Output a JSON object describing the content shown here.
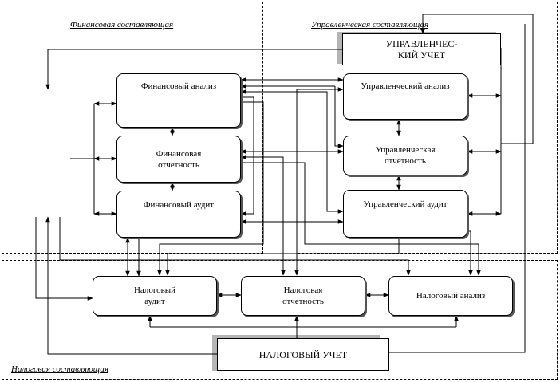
{
  "regions": {
    "financial": "Финансовая составляющая",
    "management": "Управленческая составляющая",
    "tax": "Налоговая составляющая"
  },
  "ledgers": {
    "management_accounting": "УПРАВЛЕНЧЕС-\nКИЙ УЧЕТ",
    "tax_accounting": "НАЛОГОВЫЙ УЧЕТ"
  },
  "financial_blocks": {
    "analysis": "Финансовый анализ",
    "reporting": "Финансовая\nотчетность",
    "audit": "Финансовый аудит"
  },
  "management_blocks": {
    "analysis": "Управленческий анализ",
    "reporting": "Управленческая\nотчетность",
    "audit": "Управленческий аудит"
  },
  "tax_blocks": {
    "audit": "Налоговый\nаудит",
    "reporting": "Налоговая\nотчетность",
    "analysis": "Налоговый анализ"
  }
}
